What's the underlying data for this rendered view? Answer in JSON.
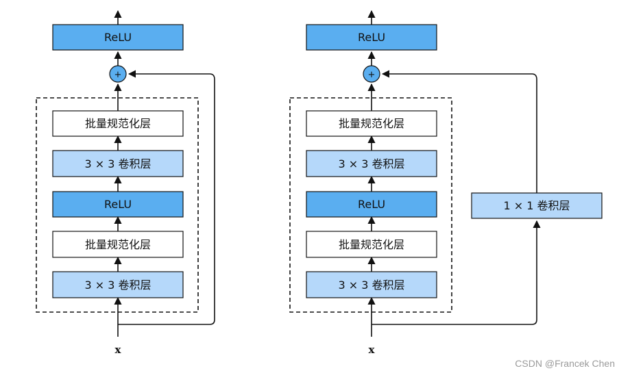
{
  "left_block": {
    "top_relu": "ReLU",
    "plus": "+",
    "bn2": "批量规范化层",
    "conv2": "3 × 3 卷积层",
    "relu_mid": "ReLU",
    "bn1": "批量规范化层",
    "conv1": "3 × 3 卷积层",
    "input": "x"
  },
  "right_block": {
    "top_relu": "ReLU",
    "plus": "+",
    "bn2": "批量规范化层",
    "conv2": "3 × 3 卷积层",
    "relu_mid": "ReLU",
    "bn1": "批量规范化层",
    "conv1": "3 × 3 卷积层",
    "shortcut_conv": "1 × 1 卷积层",
    "input": "x"
  },
  "watermark": "CSDN @Francek Chen",
  "colors": {
    "relu_fill": "#5aaef0",
    "conv_fill": "#b5d8fa",
    "bn_fill": "#ffffff",
    "plus_fill": "#5aaef0",
    "stroke": "#111111"
  }
}
